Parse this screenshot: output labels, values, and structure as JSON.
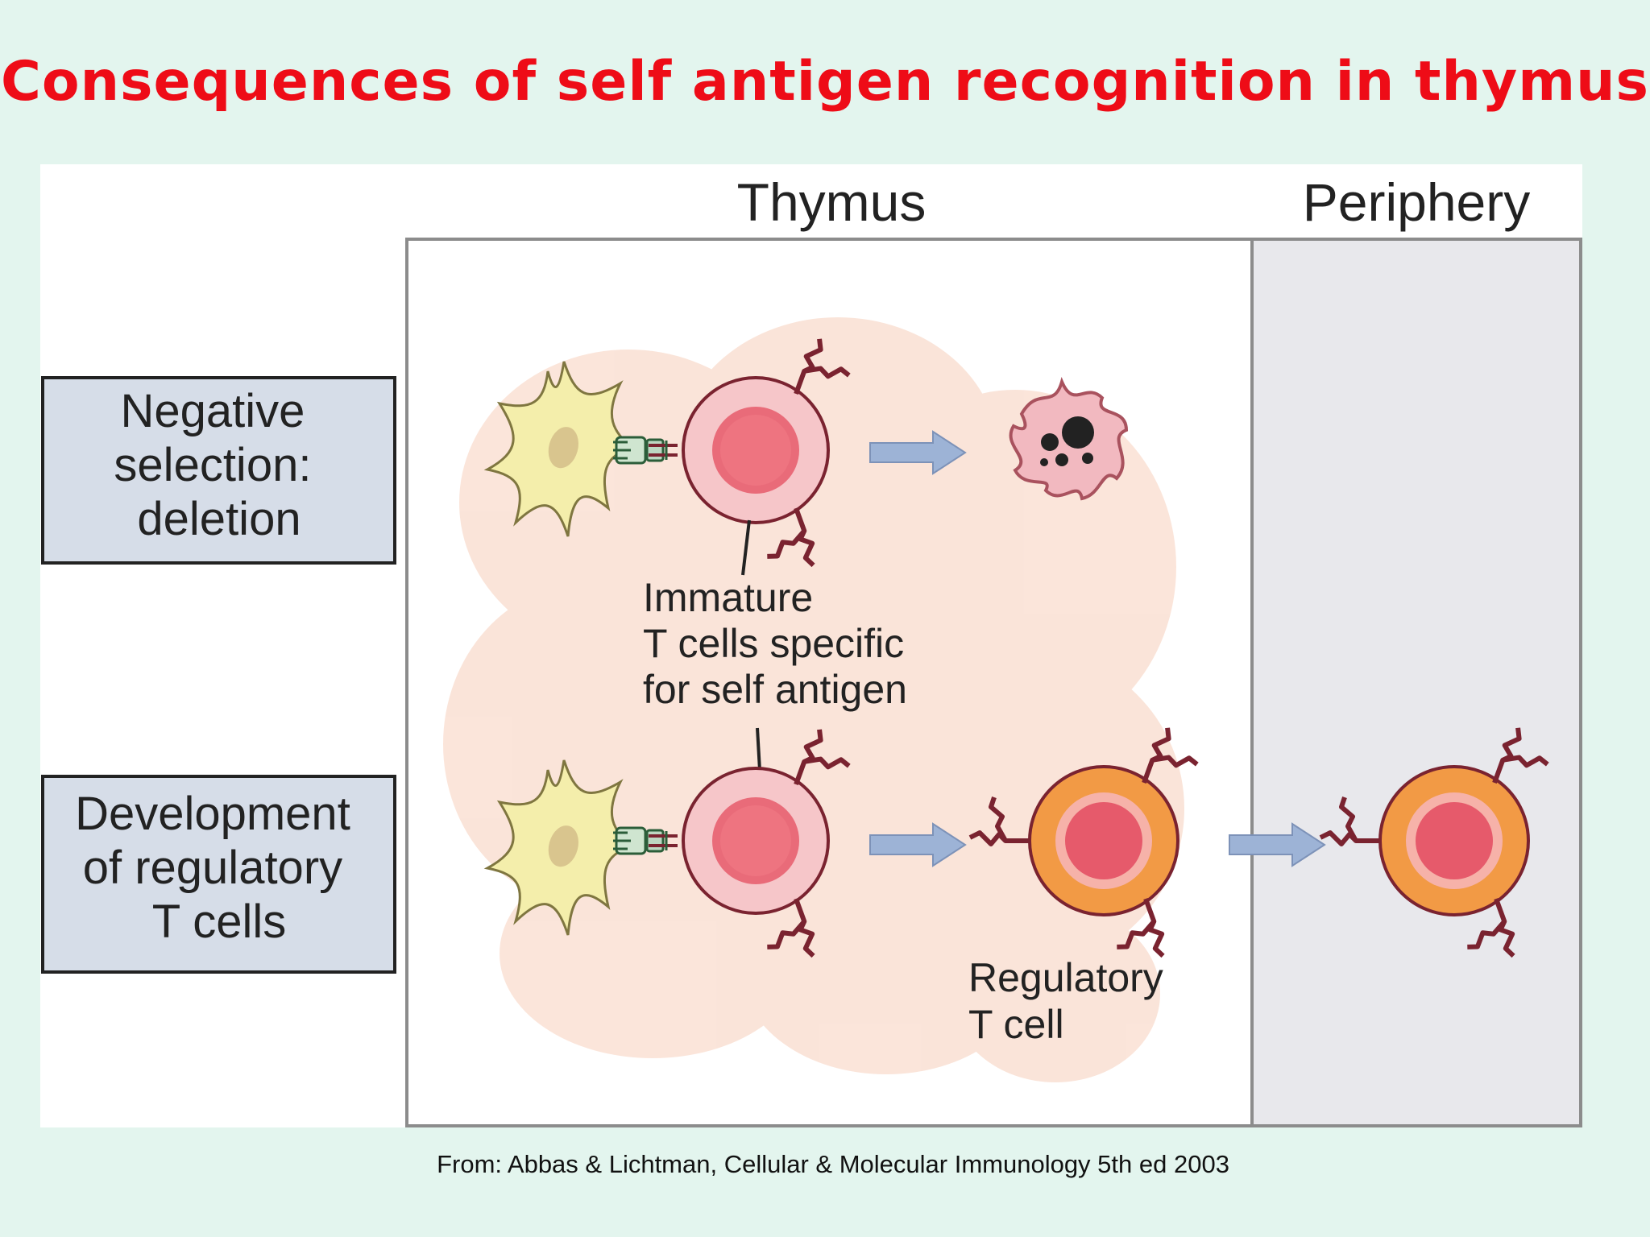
{
  "title": "Consequences of self antigen recognition in thymus",
  "diagram": {
    "region_thymus": "Thymus",
    "region_periphery": "Periphery",
    "rows": {
      "negative_selection": [
        "Negative",
        "selection:",
        "deletion"
      ],
      "regulatory_development": [
        "Development",
        "of regulatory",
        "T cells"
      ]
    },
    "labels": {
      "immature_t_cells": [
        "Immature",
        "T cells specific",
        "for self antigen"
      ],
      "regulatory_t_cell": [
        "Regulatory",
        "T cell"
      ]
    },
    "colors": {
      "title": "#ee0c17",
      "background": "#e3f5ee",
      "row_box_fill": "#d6dde8",
      "periphery_fill": "#e8e8ec",
      "thymus_lobes": "#f9dccd",
      "dendritic_cell": "#f4eeab",
      "immature_t_cell": "#f6c6c9",
      "regulatory_t_cell": "#f29a45",
      "nucleus": "#e65a6b",
      "arrow": "#9db3d6",
      "receptor": "#7a2330"
    },
    "icons": [
      "dendritic-cell-icon",
      "t-cell-icon",
      "apoptotic-cell-icon",
      "arrow-icon",
      "tcr-mhc-complex-icon"
    ]
  },
  "citation": "From: Abbas & Lichtman, Cellular & Molecular Immunology 5th ed  2003"
}
